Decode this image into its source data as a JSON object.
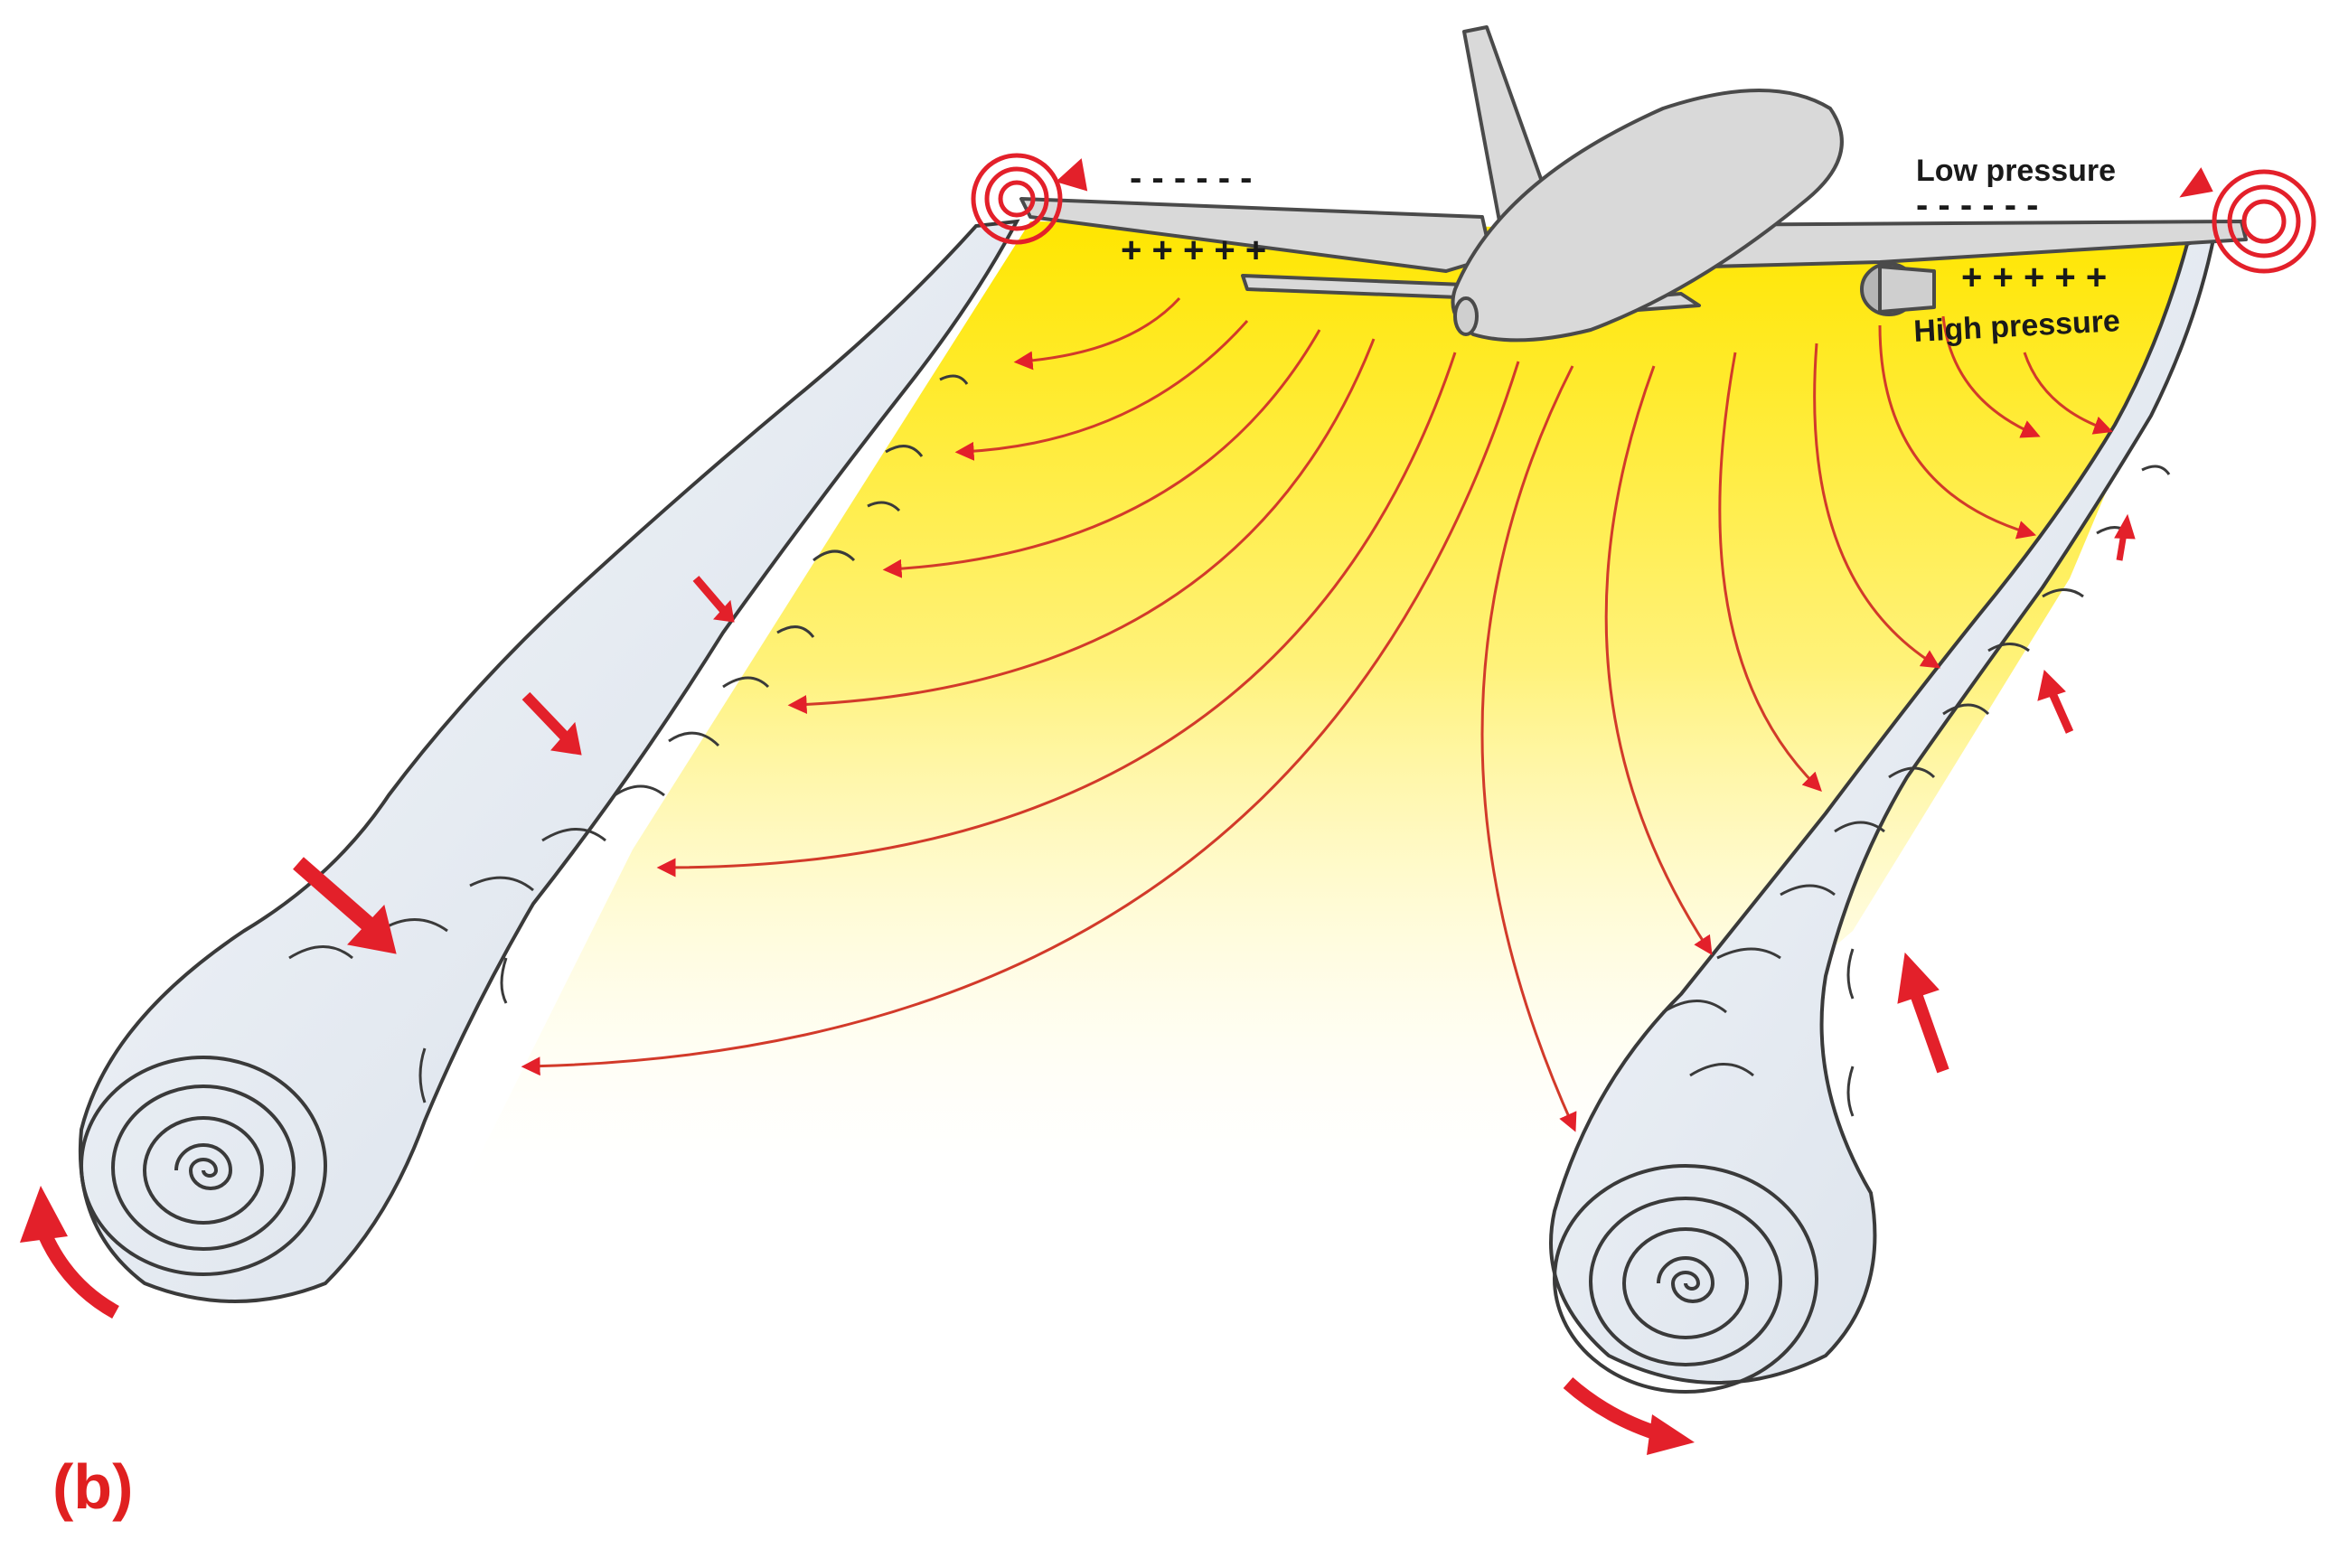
{
  "labels": {
    "low_pressure": "Low pressure",
    "high_pressure": "High pressure",
    "panel": "(b)",
    "low_signs": "- - - - - -",
    "high_signs": "+ + + + +"
  },
  "colors": {
    "sheet_top": "#ffe600",
    "sheet_bottom": "#ffffff",
    "vortex_fill": "#e6ecf3",
    "vortex_outline": "#3a3a3a",
    "arrow_red": "#e3202a",
    "flow_line": "#d23a2a",
    "aircraft_fill": "#d9d9d9",
    "aircraft_outline": "#4a4a4a"
  },
  "elements": {
    "aircraft": "aircraft",
    "left_vortex": "left wingtip vortex",
    "right_vortex": "right wingtip vortex",
    "downwash_sheet": "downwash sheet",
    "flow_lines": "spanwise flow lines"
  }
}
